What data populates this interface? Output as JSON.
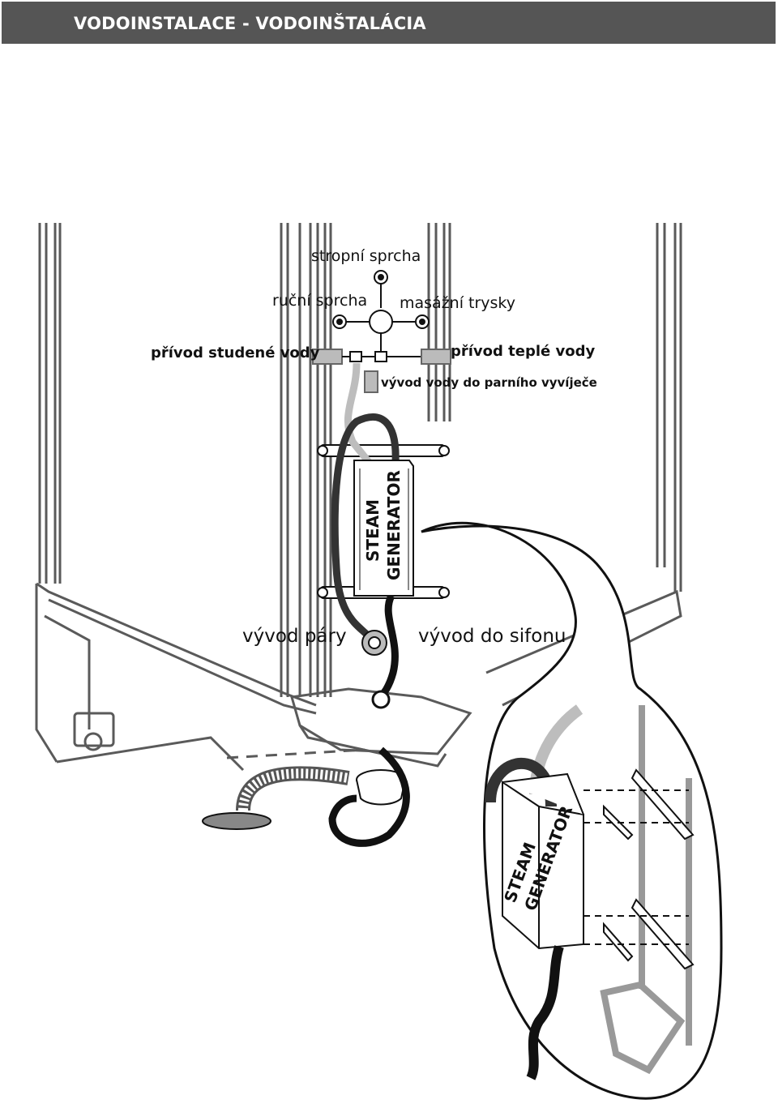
{
  "header": {
    "title": "VODOINSTALACE - VODOINŠTALÁCIA"
  },
  "labels": {
    "ceiling_shower": "stropní sprcha",
    "hand_shower": "ruční sprcha",
    "massage_jets": "masážní trysky",
    "cold_water_inlet": "přívod studené vody",
    "hot_water_inlet": "přívod teplé vody",
    "generator_water_outlet": "vývod vody do parního vyvíječe",
    "steam_outlet": "vývod páry",
    "siphon_outlet": "vývod do sifonu"
  },
  "generator": {
    "line1": "STEAM",
    "line2": "GENERATOR"
  },
  "colors": {
    "header_bg": "#555555",
    "frame": "#5a5a5a",
    "hose_dark": "#222222",
    "hose_light": "#bdbdbd"
  }
}
